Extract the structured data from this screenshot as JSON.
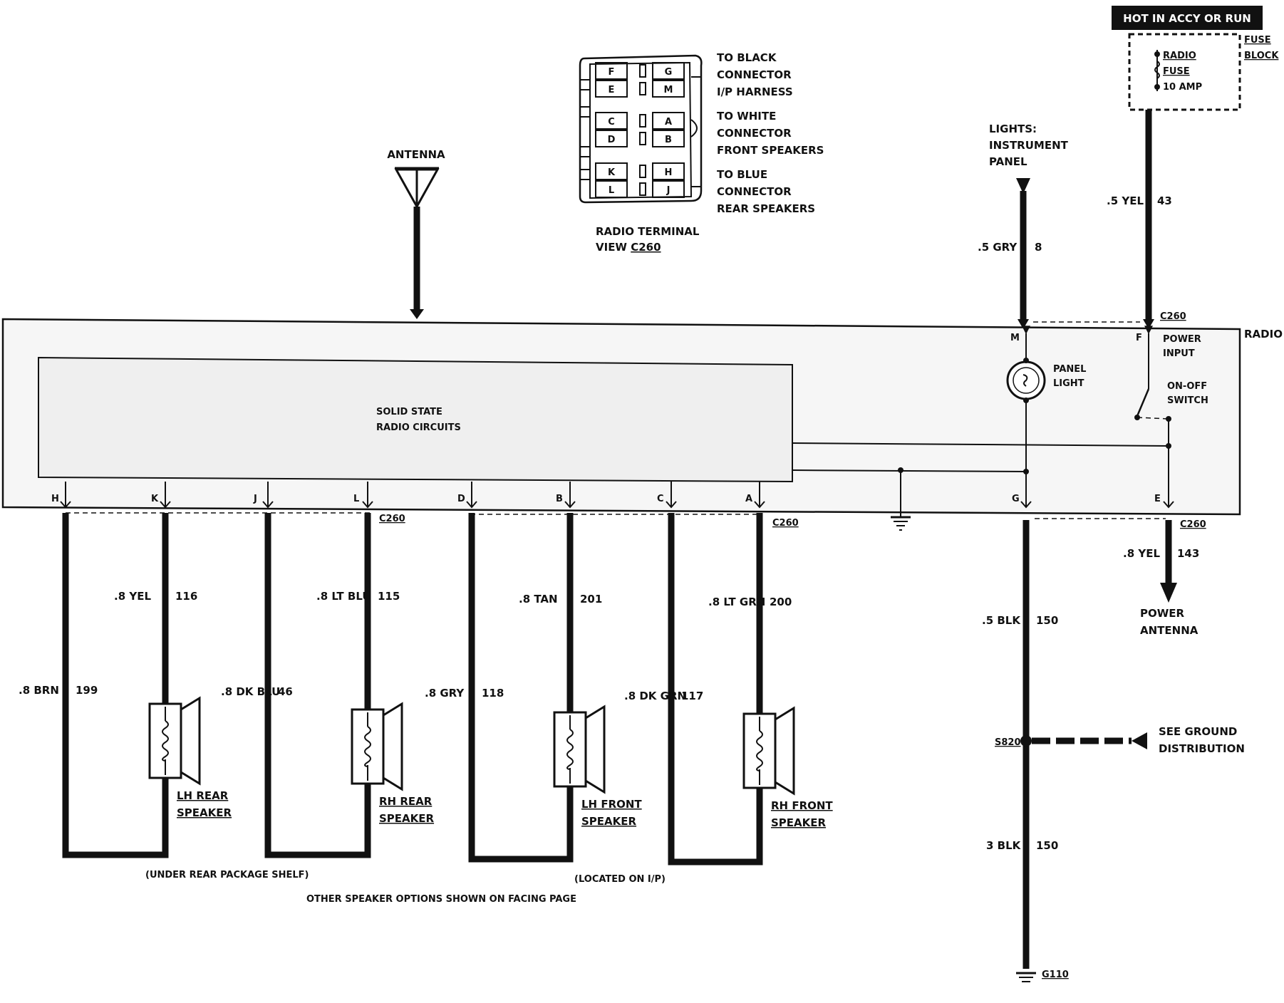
{
  "header": {
    "hot_label": "HOT IN ACCY OR RUN",
    "fuse_block": [
      "FUSE",
      "BLOCK"
    ],
    "radio_fuse": [
      "RADIO",
      "FUSE"
    ],
    "fuse_rating": "10 AMP"
  },
  "antenna_label": "ANTENNA",
  "connector_view": {
    "title": [
      "RADIO TERMINAL",
      "VIEW "
    ],
    "title_ref": "C260",
    "notes": [
      [
        "TO BLACK",
        "CONNECTOR",
        "I/P HARNESS"
      ],
      [
        "TO WHITE",
        "CONNECTOR",
        "FRONT SPEAKERS"
      ],
      [
        "TO BLUE",
        "CONNECTOR",
        "REAR SPEAKERS"
      ]
    ],
    "cells": [
      [
        "F",
        "G"
      ],
      [
        "E",
        "M"
      ],
      [
        "C",
        "A"
      ],
      [
        "D",
        "B"
      ],
      [
        "K",
        "H"
      ],
      [
        "L",
        "J"
      ]
    ]
  },
  "lights": [
    "LIGHTS:",
    "INSTRUMENT",
    "PANEL"
  ],
  "radio": {
    "label": "RADIO",
    "circuits": [
      "SOLID STATE",
      "RADIO CIRCUITS"
    ],
    "panel_light": [
      "PANEL",
      "LIGHT"
    ],
    "power_input": [
      "POWER",
      "INPUT"
    ],
    "switch": [
      "ON-OFF",
      "SWITCH"
    ]
  },
  "connector_ref": "C260",
  "pins": {
    "bottom": [
      "H",
      "K",
      "J",
      "L",
      "D",
      "B",
      "C",
      "A",
      "G",
      "E"
    ],
    "top": [
      "M",
      "F"
    ]
  },
  "wires": {
    "fuse_feed": [
      ".5 YEL",
      "43"
    ],
    "lights_feed": [
      ".5 GRY",
      "8"
    ],
    "power_ant": [
      ".8 YEL",
      "143"
    ],
    "ground1": [
      ".5 BLK",
      "150"
    ],
    "ground2": [
      "3 BLK",
      "150"
    ],
    "h": [
      ".8 BRN",
      "199"
    ],
    "k": [
      ".8 YEL",
      "116"
    ],
    "j": [
      ".8 DK BLU",
      "46"
    ],
    "l": [
      ".8 LT BLU",
      "115"
    ],
    "d": [
      ".8 GRY",
      "118"
    ],
    "b": [
      ".8 TAN",
      "201"
    ],
    "c": [
      ".8 DK GRN",
      "117"
    ],
    "a": [
      ".8 LT GRN",
      "200"
    ]
  },
  "power_antenna": [
    "POWER",
    "ANTENNA"
  ],
  "splice": "S820",
  "ground_dist": [
    "SEE GROUND",
    "DISTRIBUTION"
  ],
  "ground_ref": "G110",
  "speakers": {
    "lh_rear": [
      "LH REAR",
      "SPEAKER"
    ],
    "rh_rear": [
      "RH REAR",
      "SPEAKER"
    ],
    "lh_front": [
      "LH FRONT",
      "SPEAKER"
    ],
    "rh_front": [
      "RH FRONT",
      "SPEAKER"
    ]
  },
  "notes": {
    "rear_shelf": "(UNDER REAR PACKAGE SHELF)",
    "located_ip": "(LOCATED ON I/P)",
    "other_options": "OTHER SPEAKER OPTIONS SHOWN ON FACING PAGE"
  }
}
